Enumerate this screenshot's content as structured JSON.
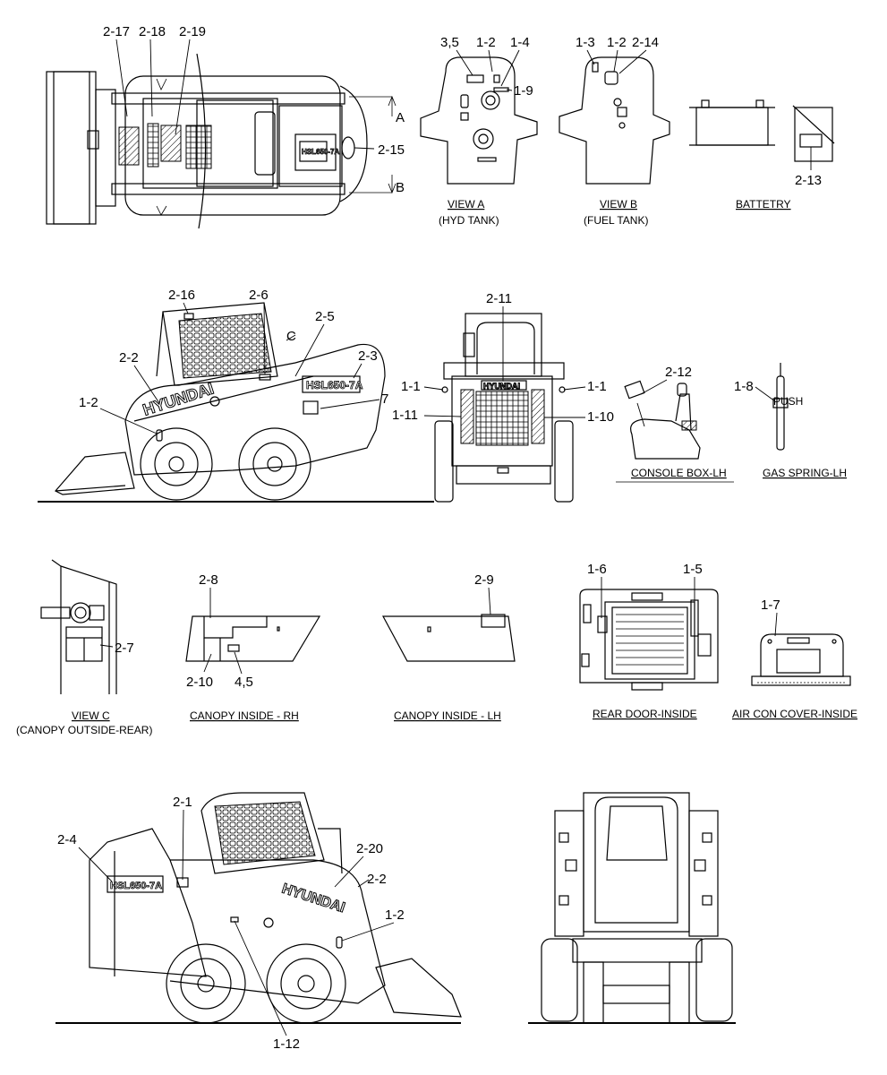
{
  "callouts": {
    "top": [
      "2-17",
      "2-18",
      "2-19",
      "2-15",
      "A",
      "B"
    ],
    "view_a": [
      "3,5",
      "1-2",
      "1-4",
      "1-9"
    ],
    "view_b": [
      "1-3",
      "1-2",
      "2-14"
    ],
    "battery": [
      "2-13"
    ],
    "side_rh": [
      "2-16",
      "2-6",
      "C",
      "2-5",
      "2-2",
      "2-3",
      "1-2",
      "7"
    ],
    "rear": [
      "2-11",
      "1-1",
      "1-1",
      "1-11",
      "1-10"
    ],
    "console": [
      "2-12"
    ],
    "gas": [
      "1-8"
    ],
    "view_c": [
      "2-7"
    ],
    "canopy_rh": [
      "2-8",
      "2-10",
      "4,5"
    ],
    "canopy_lh": [
      "2-9"
    ],
    "rear_door": [
      "1-6",
      "1-5"
    ],
    "aircon": [
      "1-7"
    ],
    "side_lh": [
      "2-1",
      "2-4",
      "2-20",
      "2-2",
      "1-2",
      "1-12"
    ]
  },
  "captions": {
    "view_a": "VIEW A",
    "view_a_sub": "(HYD TANK)",
    "view_b": "VIEW B",
    "view_b_sub": "(FUEL TANK)",
    "battery": "BATTETRY",
    "console": "CONSOLE BOX-LH",
    "gas": "GAS SPRING-LH",
    "view_c": "VIEW C",
    "view_c_sub": "(CANOPY  OUTSIDE-REAR)",
    "canopy_rh": "CANOPY INSIDE - RH",
    "canopy_lh": "CANOPY INSIDE - LH",
    "rear_door": "REAR DOOR-INSIDE",
    "aircon": "AIR CON COVER-INSIDE"
  },
  "decals": {
    "brand": "HYUNDAI",
    "model": "HSL650-7A",
    "push": "PUSH"
  }
}
